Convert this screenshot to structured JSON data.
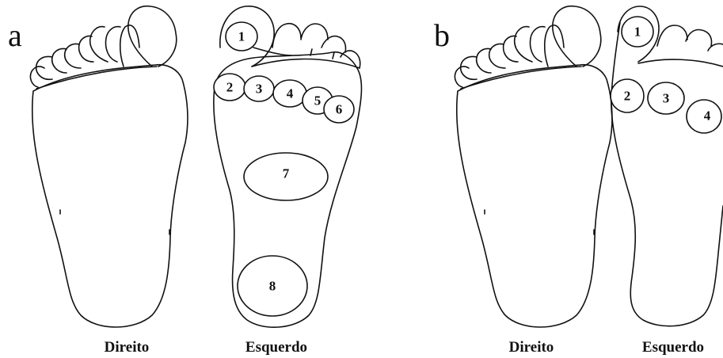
{
  "panels": [
    {
      "letter": "a",
      "right_foot_caption": "Direito",
      "left_foot_caption": "Esquerdo",
      "regions": [
        "1",
        "2",
        "3",
        "4",
        "5",
        "6",
        "7",
        "8"
      ]
    },
    {
      "letter": "b",
      "right_foot_caption": "Direito",
      "left_foot_caption": "Esquerdo",
      "regions": [
        "1",
        "2",
        "3",
        "4"
      ]
    }
  ]
}
